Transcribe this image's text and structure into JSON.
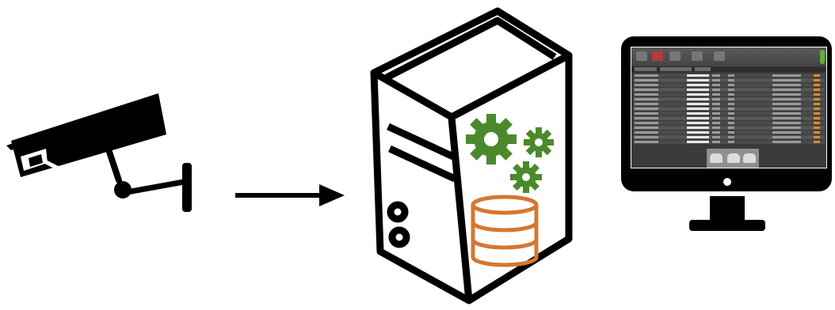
{
  "diagram": {
    "nodes": [
      {
        "id": "camera",
        "icon": "security-camera-icon"
      },
      {
        "id": "server",
        "icon": "server-tower-icon",
        "contains": [
          "gears-icon",
          "database-icon"
        ]
      },
      {
        "id": "monitor",
        "icon": "monitor-icon",
        "screen": "alpr-application-view"
      }
    ],
    "edges": [
      {
        "from": "camera",
        "to": "server",
        "style": "arrow"
      }
    ],
    "colors": {
      "outline": "#000000",
      "gears": "#4a8a2c",
      "database": "#d4782f",
      "screen_bg": "#3a3a3a",
      "highlight": "#e08a2a",
      "status_green": "#5fae3a"
    }
  }
}
